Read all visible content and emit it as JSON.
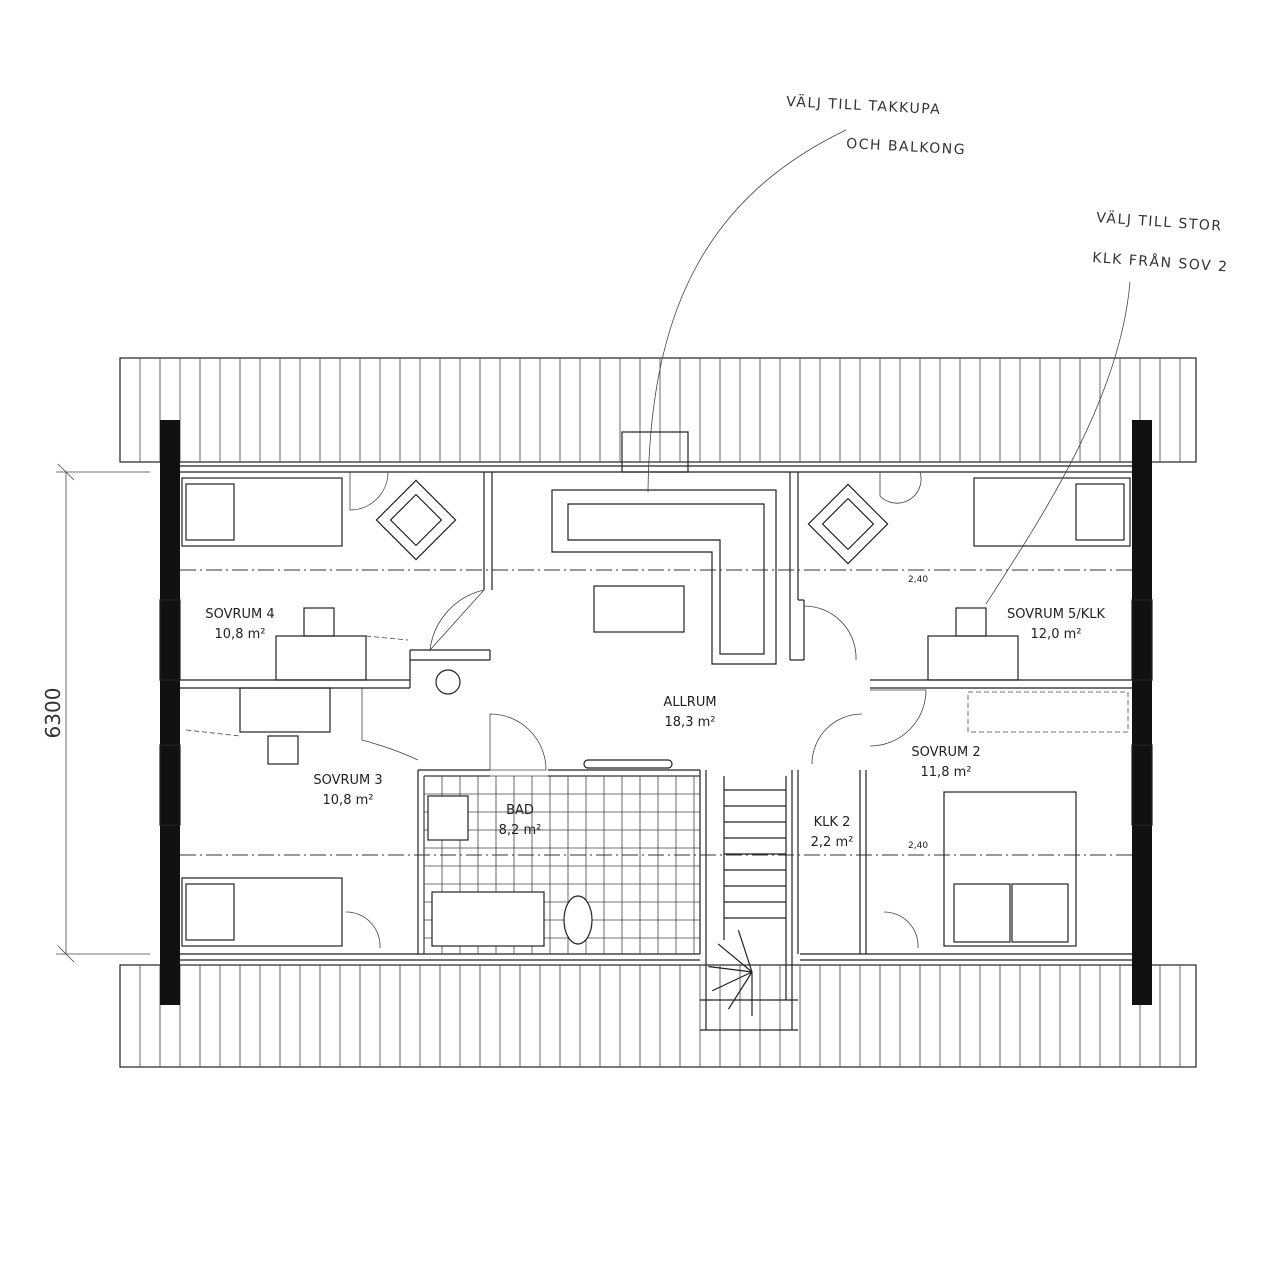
{
  "rooms": {
    "sovrum4": {
      "name": "SOVRUM 4",
      "area": "10,8 m²"
    },
    "sovrum3": {
      "name": "SOVRUM 3",
      "area": "10,8 m²"
    },
    "allrum": {
      "name": "ALLRUM",
      "area": "18,3 m²"
    },
    "bad": {
      "name": "BAD",
      "area": "8,2 m²"
    },
    "klk2": {
      "name": "KLK 2",
      "area": "2,2 m²"
    },
    "sovrum5": {
      "name": "SOVRUM 5/KLK",
      "area": "12,0 m²"
    },
    "sovrum2": {
      "name": "SOVRUM 2",
      "area": "11,8 m²"
    }
  },
  "dimensions": {
    "depth": "6300",
    "height_top": "2,40",
    "height_bottom": "2,40"
  },
  "notes": {
    "dormer_line1": "VÄLJ TILL TAKKUPA",
    "dormer_line2": "OCH BALKONG",
    "closet_line1": "VÄLJ TILL STOR",
    "closet_line2": "KLK FRÅN SOV 2"
  }
}
